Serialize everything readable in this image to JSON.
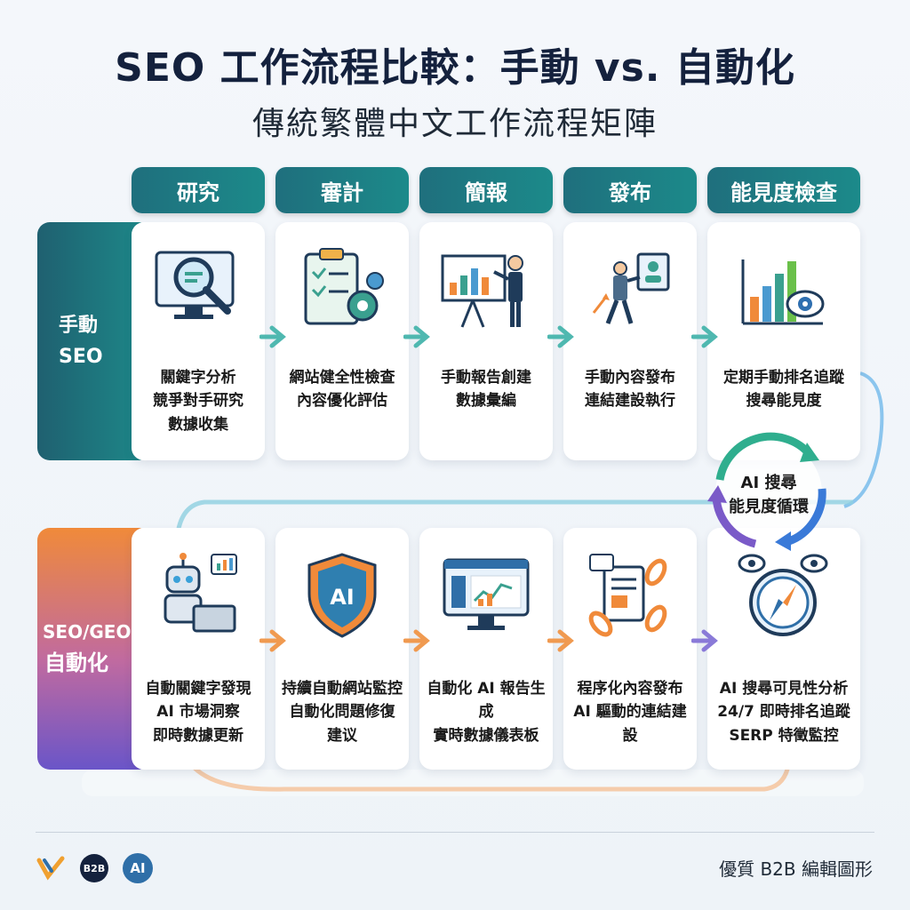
{
  "title": "SEO 工作流程比較：手動 vs. 自動化",
  "subtitle": "傳統繁體中文工作流程矩陣",
  "stages": [
    "研究",
    "審計",
    "簡報",
    "發布",
    "能見度檢查"
  ],
  "rows": {
    "manual": {
      "label_line1": "手動",
      "label_line2": "SEO",
      "cards": [
        {
          "lines": [
            "關鍵字分析",
            "競爭對手研究",
            "數據收集"
          ]
        },
        {
          "lines": [
            "網站健全性檢查",
            "內容優化評估"
          ]
        },
        {
          "lines": [
            "手動報告創建",
            "數據彙編"
          ]
        },
        {
          "lines": [
            "手動內容發布",
            "連結建設執行"
          ]
        },
        {
          "lines": [
            "定期手動排名追蹤",
            "搜尋能見度"
          ]
        }
      ]
    },
    "auto": {
      "label_line1": "SEO/GEO",
      "label_line2": "自動化",
      "cards": [
        {
          "lines": [
            "自動關鍵字發現",
            "AI 市場洞察",
            "即時數據更新"
          ]
        },
        {
          "lines": [
            "持續自動網站監控",
            "自動化問題修復",
            "建议"
          ]
        },
        {
          "lines": [
            "自動化 AI 報告生成",
            "實時數據儀表板"
          ]
        },
        {
          "lines": [
            "程序化內容發布",
            "AI 驅動的連結建",
            "設"
          ]
        },
        {
          "lines": [
            "AI 搜尋可見性分析",
            "24/7 即時排名追蹤",
            "SERP 特徵監控"
          ]
        }
      ]
    }
  },
  "cycle": {
    "line1": "AI 搜尋",
    "line2": "能見度循環"
  },
  "footer": {
    "text": "優質 B2B 編輯圖形",
    "logo_b2b": "B2B",
    "logo_ai": "AI"
  },
  "colors": {
    "teal": "#1d8a8a",
    "orange": "#f08a3a",
    "purple": "#6a55c8",
    "navy": "#14213d"
  }
}
